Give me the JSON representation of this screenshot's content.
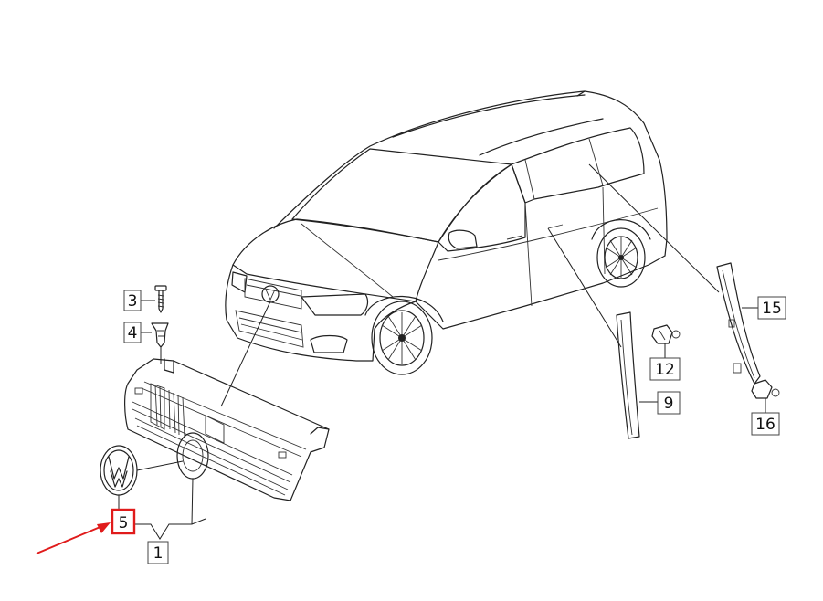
{
  "labels": {
    "p1": "1",
    "p3": "3",
    "p4": "4",
    "p5": "5",
    "p9": "9",
    "p12": "12",
    "p15": "15",
    "p16": "16"
  },
  "colors": {
    "line": "#222222",
    "highlight": "#e01b1b"
  },
  "highlighted_part": "5"
}
